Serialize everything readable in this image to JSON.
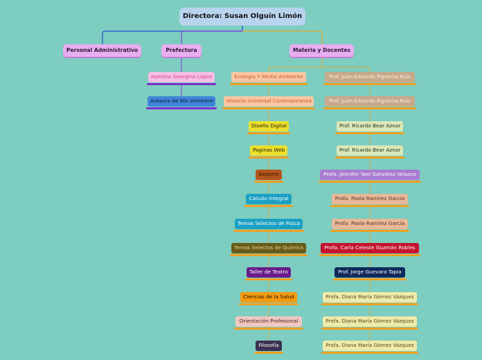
{
  "root": {
    "label": "Directora: Susan Olguín Limón",
    "bg": "#b8d3ee"
  },
  "categories": {
    "admin": {
      "label": "Personal Administrativo"
    },
    "pref": {
      "label": "Prefectura"
    },
    "mat": {
      "label": "Materia y Docentes"
    }
  },
  "prefectura_items": [
    {
      "label": "Asesora Georgina López",
      "bg": "#f3bfe4",
      "fg": "#e0409a",
      "bar": "#7a2fcf"
    },
    {
      "label": "Asesora de 6to semestre",
      "bg": "#3f85d6",
      "fg": "#0c1b3a",
      "bar": "#7a2fcf"
    }
  ],
  "materias": [
    {
      "label": "Ecología Y Medio Ambiente",
      "bg": "#f7c7a4",
      "fg": "#d6542a",
      "bar": "#f0a020"
    },
    {
      "label": "Historia Universal Conemporanea",
      "bg": "#f7c7a4",
      "fg": "#d6542a",
      "bar": "#f0a020"
    },
    {
      "label": "Diseño Digital",
      "bg": "#ecdf2e",
      "fg": "#1e1a05",
      "bar": "#f0a020"
    },
    {
      "label": "Paginas Web",
      "bg": "#ecdf2e",
      "fg": "#1e1a05",
      "bar": "#f0a020"
    },
    {
      "label": "Deporte",
      "bg": "#b3561c",
      "fg": "#3a1500",
      "bar": "#f0a020"
    },
    {
      "label": "Calculo Integral",
      "bg": "#1ba0c2",
      "fg": "#ffffff",
      "bar": "#f0a020"
    },
    {
      "label": "Temas Selectos de Fisica",
      "bg": "#1ba0c2",
      "fg": "#ffffff",
      "bar": "#f0a020"
    },
    {
      "label": "Temas Selectos de Química",
      "bg": "#6a5a1c",
      "fg": "#e6d48a",
      "bar": "#f0a020"
    },
    {
      "label": "Taller de Teatro",
      "bg": "#6a1b8c",
      "fg": "#ffffff",
      "bar": "#f0a020"
    },
    {
      "label": "Ciencias de la Salud",
      "bg": "#f49a10",
      "fg": "#1e1200",
      "bar": "#f0a020"
    },
    {
      "label": "Orientación  Profesional",
      "bg": "#f2c7c0",
      "fg": "#4a1e1a",
      "bar": "#f0a020"
    },
    {
      "label": "Filosofía",
      "bg": "#3b3050",
      "fg": "#ffffff",
      "bar": "#f0a020"
    }
  ],
  "docentes": [
    {
      "label": "Prof. Juan Eduardo Figueroa Ruiz",
      "bg": "#c8a98a",
      "fg": "#f6efe4",
      "bar": "#f0a020"
    },
    {
      "label": "Prof. Juan Eduardo Figueroa Ruiz",
      "bg": "#c8a98a",
      "fg": "#f6efe4",
      "bar": "#f0a020"
    },
    {
      "label": "Prof. Ricardo Bear Aznar",
      "bg": "#d9e8b9",
      "fg": "#2a3018",
      "bar": "#f0a020"
    },
    {
      "label": "Prof. Ricardo Bear Aznar",
      "bg": "#d9e8b9",
      "fg": "#2a3018",
      "bar": "#f0a020"
    },
    {
      "label": "Profa. Jennifer Yael González Velazco",
      "bg": "#a97bd0",
      "fg": "#ffffff",
      "bar": "#f0a020"
    },
    {
      "label": "Profa. Paola Ramírez García",
      "bg": "#e8b898",
      "fg": "#5a3420",
      "bar": "#f0a020"
    },
    {
      "label": "Profa. Paola Ramírez García",
      "bg": "#e8b898",
      "fg": "#5a3420",
      "bar": "#f0a020"
    },
    {
      "label": "Profa. Carla  Celeste Guzmán Robles",
      "bg": "#c4142e",
      "fg": "#ffffff",
      "bar": "#f0a020"
    },
    {
      "label": "Prof. Jorge Guevara Tapia",
      "bg": "#0f2a5c",
      "fg": "#ffffff",
      "bar": "#f0a020"
    },
    {
      "label": "Profa. Diana María Gómez Vázquez",
      "bg": "#eeeaaa",
      "fg": "#5a4a1a",
      "bar": "#f0a020"
    },
    {
      "label": "Profa. Diana María Gómez Vázquez",
      "bg": "#eeeaaa",
      "fg": "#5a4a1a",
      "bar": "#f0a020"
    },
    {
      "label": "Profa. Diana María Gómez Vázquez",
      "bg": "#eeeaaa",
      "fg": "#5a4a1a",
      "bar": "#f0a020"
    }
  ],
  "colors": {
    "admin_link": "#1f4fd6",
    "pref_link": "#8a3ad8",
    "mat_link": "#e6a72a"
  }
}
